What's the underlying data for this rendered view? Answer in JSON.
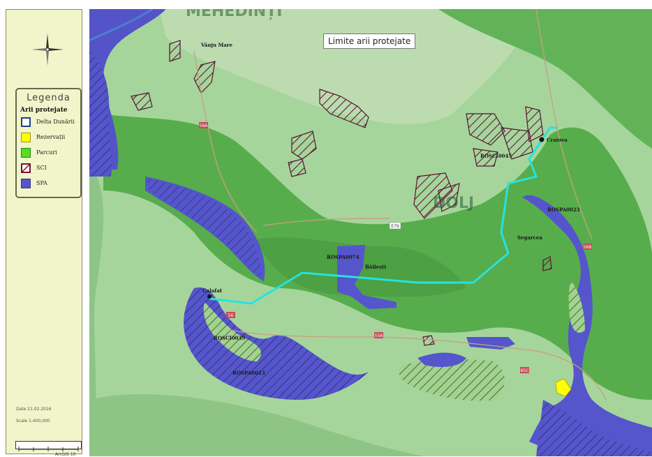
{
  "map_title": "Limite arii protejate",
  "legend": {
    "title": "Legenda",
    "subtitle": "Arii protejate",
    "items": [
      {
        "label": "Delta Dunării",
        "fill": "#ffffff",
        "stroke": "#1f3f8f",
        "icon": "square-outline-icon"
      },
      {
        "label": "Rezervații",
        "fill": "#ffff00",
        "stroke": "#999900",
        "icon": "yellow-square-icon"
      },
      {
        "label": "Parcuri",
        "fill": "#55dd22",
        "stroke": "#2a8a10",
        "icon": "green-square-icon"
      },
      {
        "label": "SCI",
        "fill": "#ffffff",
        "stroke": "#7a1030",
        "icon": "hatched-square-icon"
      },
      {
        "label": "SPA",
        "fill": "#5555cc",
        "stroke": "#333388",
        "icon": "blue-square-icon"
      }
    ]
  },
  "sidebar_notes": {
    "date": "Date 21.02.2016",
    "scale": "Scale 1:400,000"
  },
  "scale_footer": "ArcGIS 10",
  "labels": {
    "top_partial": "MEHEDINȚI",
    "county": "DOLJ",
    "place_1": "Vânju Mare",
    "place_2": "Calafat",
    "place_3": "Băilești",
    "place_4": "Craiova",
    "place_5": "Segarcea",
    "site_1": "ROSPA0074",
    "site_2": "ROSCI0039",
    "site_3": "ROSPA0013",
    "site_4": "ROSCI0045",
    "site_5": "ROSPA0023",
    "roads": [
      "56A",
      "56",
      "55A",
      "65C",
      "56B",
      "E79"
    ]
  },
  "colors": {
    "spa": "#5555cc",
    "sci": "#6b1028",
    "reserve": "#ffff00",
    "route": "#26e2e0",
    "land_light": "#a8d8a0",
    "land_mid": "#7cc472",
    "land_dark": "#4aa540",
    "land_pale": "#c9dfc4"
  }
}
